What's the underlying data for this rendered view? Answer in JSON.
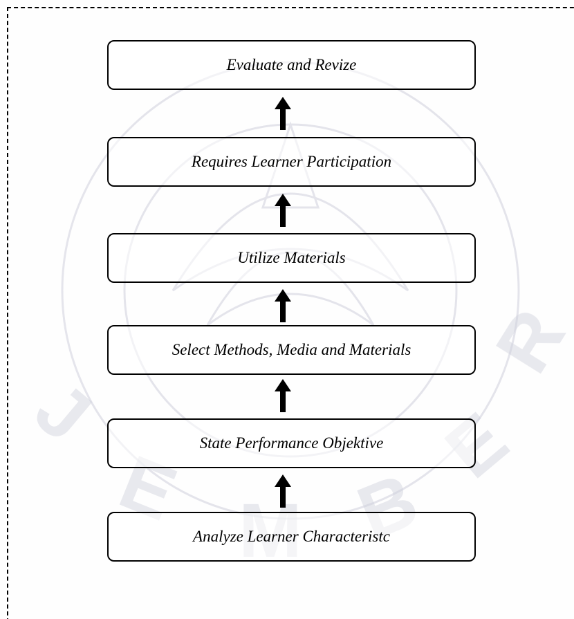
{
  "diagram": {
    "steps": [
      {
        "label": "Evaluate and Revize"
      },
      {
        "label": "Requires Learner Participation"
      },
      {
        "label": "Utilize Materials"
      },
      {
        "label": "Select Methods, Media and Materials"
      },
      {
        "label": "State Performance Objektive"
      },
      {
        "label": "Analyze Learner Characteristc"
      }
    ],
    "arrow_direction": "up",
    "watermark_text": "JEMBER",
    "colors": {
      "stroke": "#000000",
      "watermark": "#c9c9d8"
    }
  }
}
